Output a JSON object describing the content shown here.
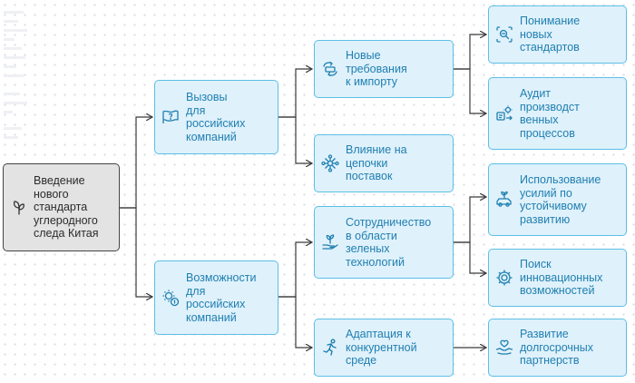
{
  "root": {
    "label": "Введение\nнового\nстандарта\nуглеродного\nследа Китая",
    "icon": "leaf-icon"
  },
  "branches": [
    {
      "label": "Вызовы\nдля\nроссийских\nкомпаний",
      "icon": "flag-question-icon"
    },
    {
      "label": "Возможности\nдля\nроссийских\nкомпаний",
      "icon": "gear-coin-icon"
    }
  ],
  "mid": [
    {
      "label": "Новые\nтребования\nк импорту",
      "icon": "swap-arrows-icon"
    },
    {
      "label": "Влияние на\nцепочки\nпоставок",
      "icon": "network-icon"
    },
    {
      "label": "Сотрудничество\nв области\nзеленых\nтехнологий",
      "icon": "sprout-hand-icon"
    },
    {
      "label": "Адаптация к\nконкурентной\nсреде",
      "icon": "runner-icon"
    }
  ],
  "leaves": [
    {
      "label": "Понимание\nновых\nстандартов",
      "icon": "magnifier-frame-icon"
    },
    {
      "label": "Аудит\nпроизводст\nвенных\nпроцессов",
      "icon": "audit-gear-icon"
    },
    {
      "label": "Использование\nусилий по\nустойчивому\nразвитию",
      "icon": "eco-car-icon"
    },
    {
      "label": "Поиск\nинновационных\nвозможностей",
      "icon": "cog-icon"
    },
    {
      "label": "Развитие\nдолгосрочных\nпартнерств",
      "icon": "heart-hands-icon"
    }
  ],
  "colors": {
    "accent": "#1f7fb0",
    "node_fill": "#dff1fb",
    "node_border": "#5cbfe6",
    "root_fill": "#e3e3e3",
    "connector": "#3b3b3b"
  }
}
